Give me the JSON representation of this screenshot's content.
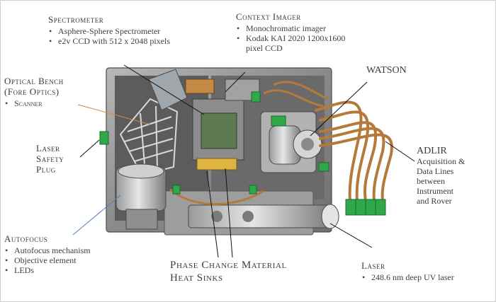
{
  "spectrometer": {
    "title": "Spectrometer",
    "items": [
      "Asphere-Sphere Spectrometer",
      "e2v CCD with 512 x 2048 pixels"
    ]
  },
  "context_imager": {
    "title": "Context Imager",
    "items": [
      "Monochromatic imager",
      "Kodak KAI 2020 1200x1600 pixel CCD"
    ]
  },
  "watson": {
    "title": "WATSON"
  },
  "optical_bench": {
    "title_line1": "Optical Bench",
    "title_line2": "(Fore Optics)",
    "items": [
      "Scanner"
    ]
  },
  "laser_safety_plug": {
    "line1": "Laser",
    "line2": "Safety",
    "line3": "Plug"
  },
  "adlir": {
    "title": "ADLIR",
    "lines": [
      "Acquisition &",
      "Data Lines",
      "between",
      "Instrument",
      "and Rover"
    ]
  },
  "autofocus": {
    "title": "Autofocus",
    "items": [
      "Autofocus mechanism",
      "Objective element",
      "LEDs"
    ]
  },
  "phase_change": {
    "line1": "Phase Change Material",
    "line2": "Heat Sinks"
  },
  "laser": {
    "title": "Laser",
    "items": [
      "248.6 nm deep UV laser"
    ]
  },
  "colors": {
    "chassis": "#8f8f8f",
    "chassis_dark": "#5d5d5d",
    "cable": "#b57a3a",
    "connector": "#2fa84a",
    "detector": "#5d7a52",
    "gold": "#e0b440",
    "leader_black": "#111111",
    "leader_orange": "#d88a3a",
    "leader_blue": "#4a7fc0"
  }
}
